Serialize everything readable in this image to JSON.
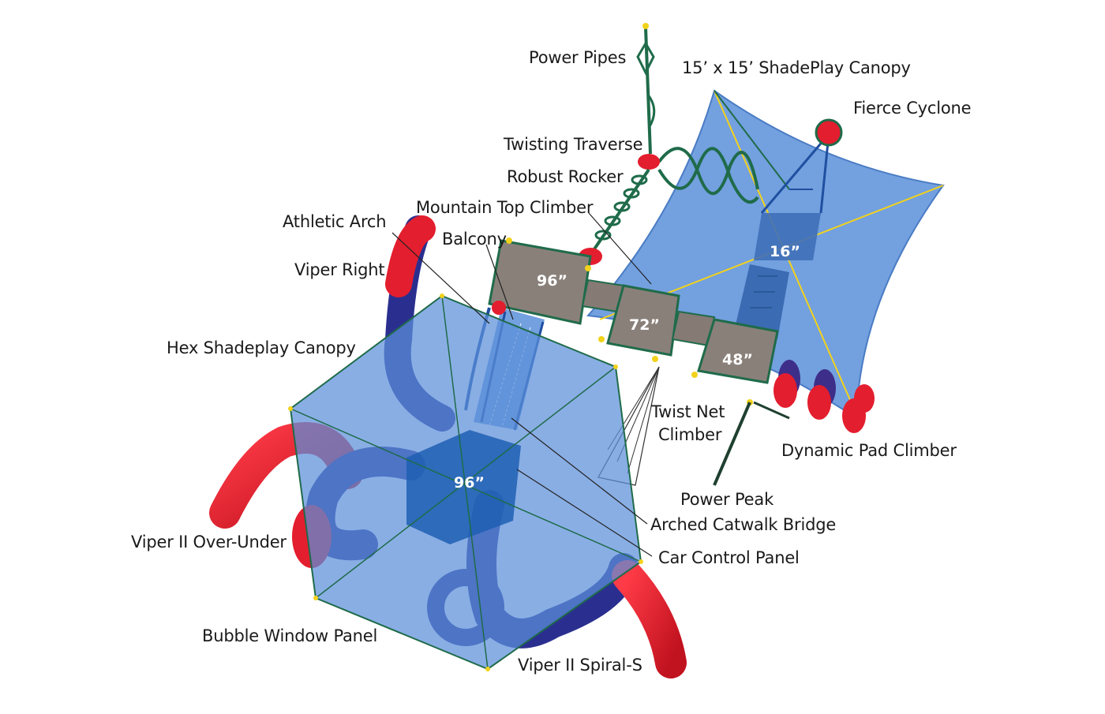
{
  "labels": {
    "power_pipes": "Power Pipes",
    "shadeplay_canopy": "15’ x 15’ ShadePlay Canopy",
    "fierce_cyclone": "Fierce Cyclone",
    "twisting_traverse": "Twisting Traverse",
    "robust_rocker": "Robust Rocker",
    "mountain_top_climber": "Mountain Top Climber",
    "athletic_arch": "Athletic Arch",
    "balcony": "Balcony",
    "viper_right": "Viper Right",
    "hex_shadeplay_canopy": "Hex Shadeplay Canopy",
    "twist_net_climber_1": "Twist Net",
    "twist_net_climber_2": "Climber",
    "dynamic_pad_climber": "Dynamic Pad Climber",
    "power_peak": "Power Peak",
    "arched_catwalk_bridge": "Arched Catwalk Bridge",
    "car_control_panel": "Car Control Panel",
    "viper_ii_over_under": "Viper II Over-Under",
    "bubble_window_panel": "Bubble Window Panel",
    "viper_ii_spiral_s": "Viper II Spiral-S"
  },
  "heights": {
    "deck_top_left": "96”",
    "deck_middle": "72”",
    "deck_right": "48”",
    "canopy_deck": "16”",
    "hex_deck": "96”"
  },
  "colors": {
    "canopy_blue": "#5b8fd9",
    "slide_red": "#e31e2e",
    "tube_navy": "#2a2f8f",
    "deck_gray": "#8a807a",
    "frame_green": "#1f6b4a",
    "accent_yellow": "#f2d21b"
  }
}
